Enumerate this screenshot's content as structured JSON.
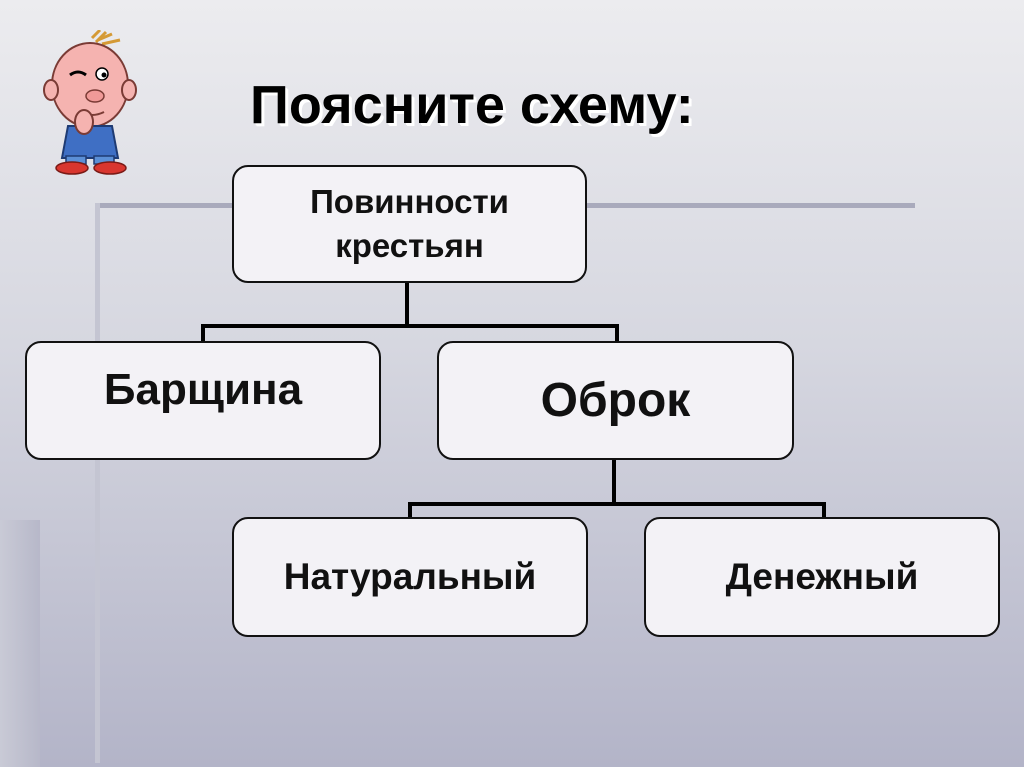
{
  "title": "Поясните схему:",
  "diagram": {
    "root": "Повинности крестьян",
    "level1": [
      "Барщина",
      "Оброк"
    ],
    "level2": [
      "Натуральный",
      "Денежный"
    ]
  },
  "colors": {
    "box_fill": "#f3f2f6",
    "box_border": "#111111",
    "connector": "#000000",
    "title_shadow": "#ffffff"
  },
  "icons": {
    "mascot": "thinking-boy-icon"
  }
}
